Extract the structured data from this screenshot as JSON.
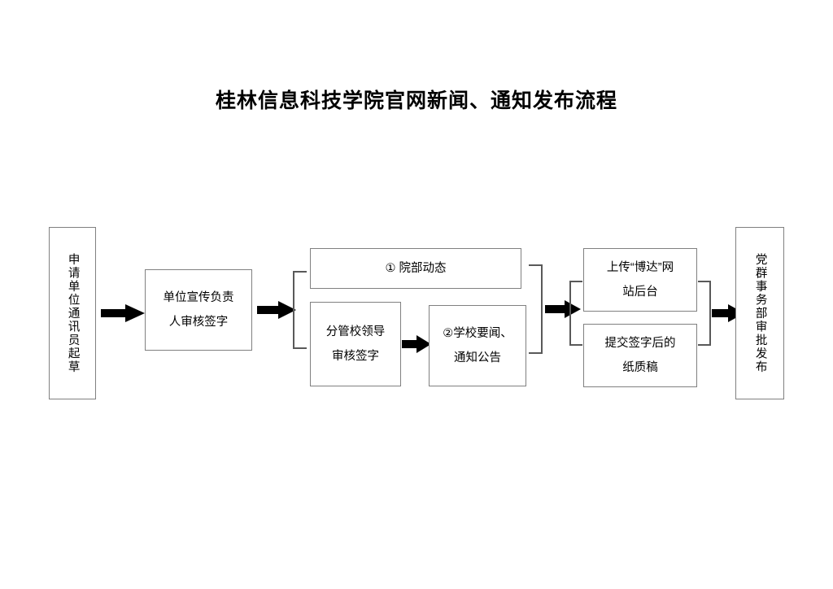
{
  "title": "桂林信息科技学院官网新闻、通知发布流程",
  "colors": {
    "box_border": "#808080",
    "arrow": "#000000",
    "bracket": "#595959",
    "text": "#000000",
    "background": "#ffffff"
  },
  "nodes": {
    "draft": {
      "label": "申请单位通讯员起草",
      "orientation": "vertical"
    },
    "unit_review": {
      "line1": "单位宣传负责",
      "line2": "人审核签字",
      "orientation": "horizontal"
    },
    "branch_a": {
      "label": "① 院部动态",
      "orientation": "horizontal"
    },
    "leader_review": {
      "line1": "分管校领导",
      "line2": "审核签字",
      "orientation": "horizontal"
    },
    "branch_b": {
      "line1": "②学校要闻、",
      "line2": "通知公告",
      "orientation": "horizontal"
    },
    "upload": {
      "line1": "上传“博达”网",
      "line2": "站后台",
      "orientation": "horizontal"
    },
    "paper": {
      "line1": "提交签字后的",
      "line2": "纸质稿",
      "orientation": "horizontal"
    },
    "publish": {
      "label": "党群事务部审批发布",
      "orientation": "vertical"
    }
  },
  "connectors": {
    "arrow1": "arrow-right-icon",
    "arrow2": "arrow-right-icon",
    "arrow3": "arrow-right-icon",
    "arrow4": "arrow-right-icon",
    "arrow5": "arrow-right-icon",
    "bracket_open_left": "bracket-open-icon",
    "bracket_close_mid": "bracket-close-icon",
    "bracket_open_right": "bracket-open-icon",
    "bracket_close_right": "bracket-close-icon"
  }
}
